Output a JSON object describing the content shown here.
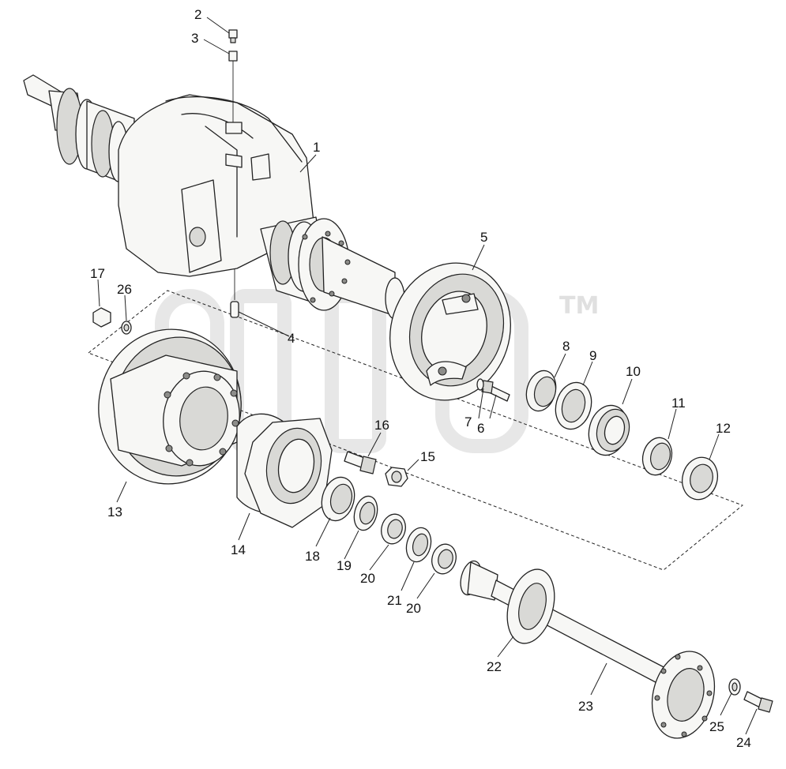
{
  "watermark": {
    "logo": "afta",
    "trademark": "TM"
  },
  "labels": {
    "p1": "1",
    "p2": "2",
    "p3": "3",
    "p4": "4",
    "p5": "5",
    "p6": "6",
    "p7": "7",
    "p8": "8",
    "p9": "9",
    "p10": "10",
    "p11": "11",
    "p12": "12",
    "p13": "13",
    "p14": "14",
    "p15": "15",
    "p16": "16",
    "p17": "17",
    "p18": "18",
    "p19": "19",
    "p20a": "20",
    "p20b": "20",
    "p21": "21",
    "p22": "22",
    "p23": "23",
    "p24": "24",
    "p25": "25",
    "p26": "26"
  }
}
